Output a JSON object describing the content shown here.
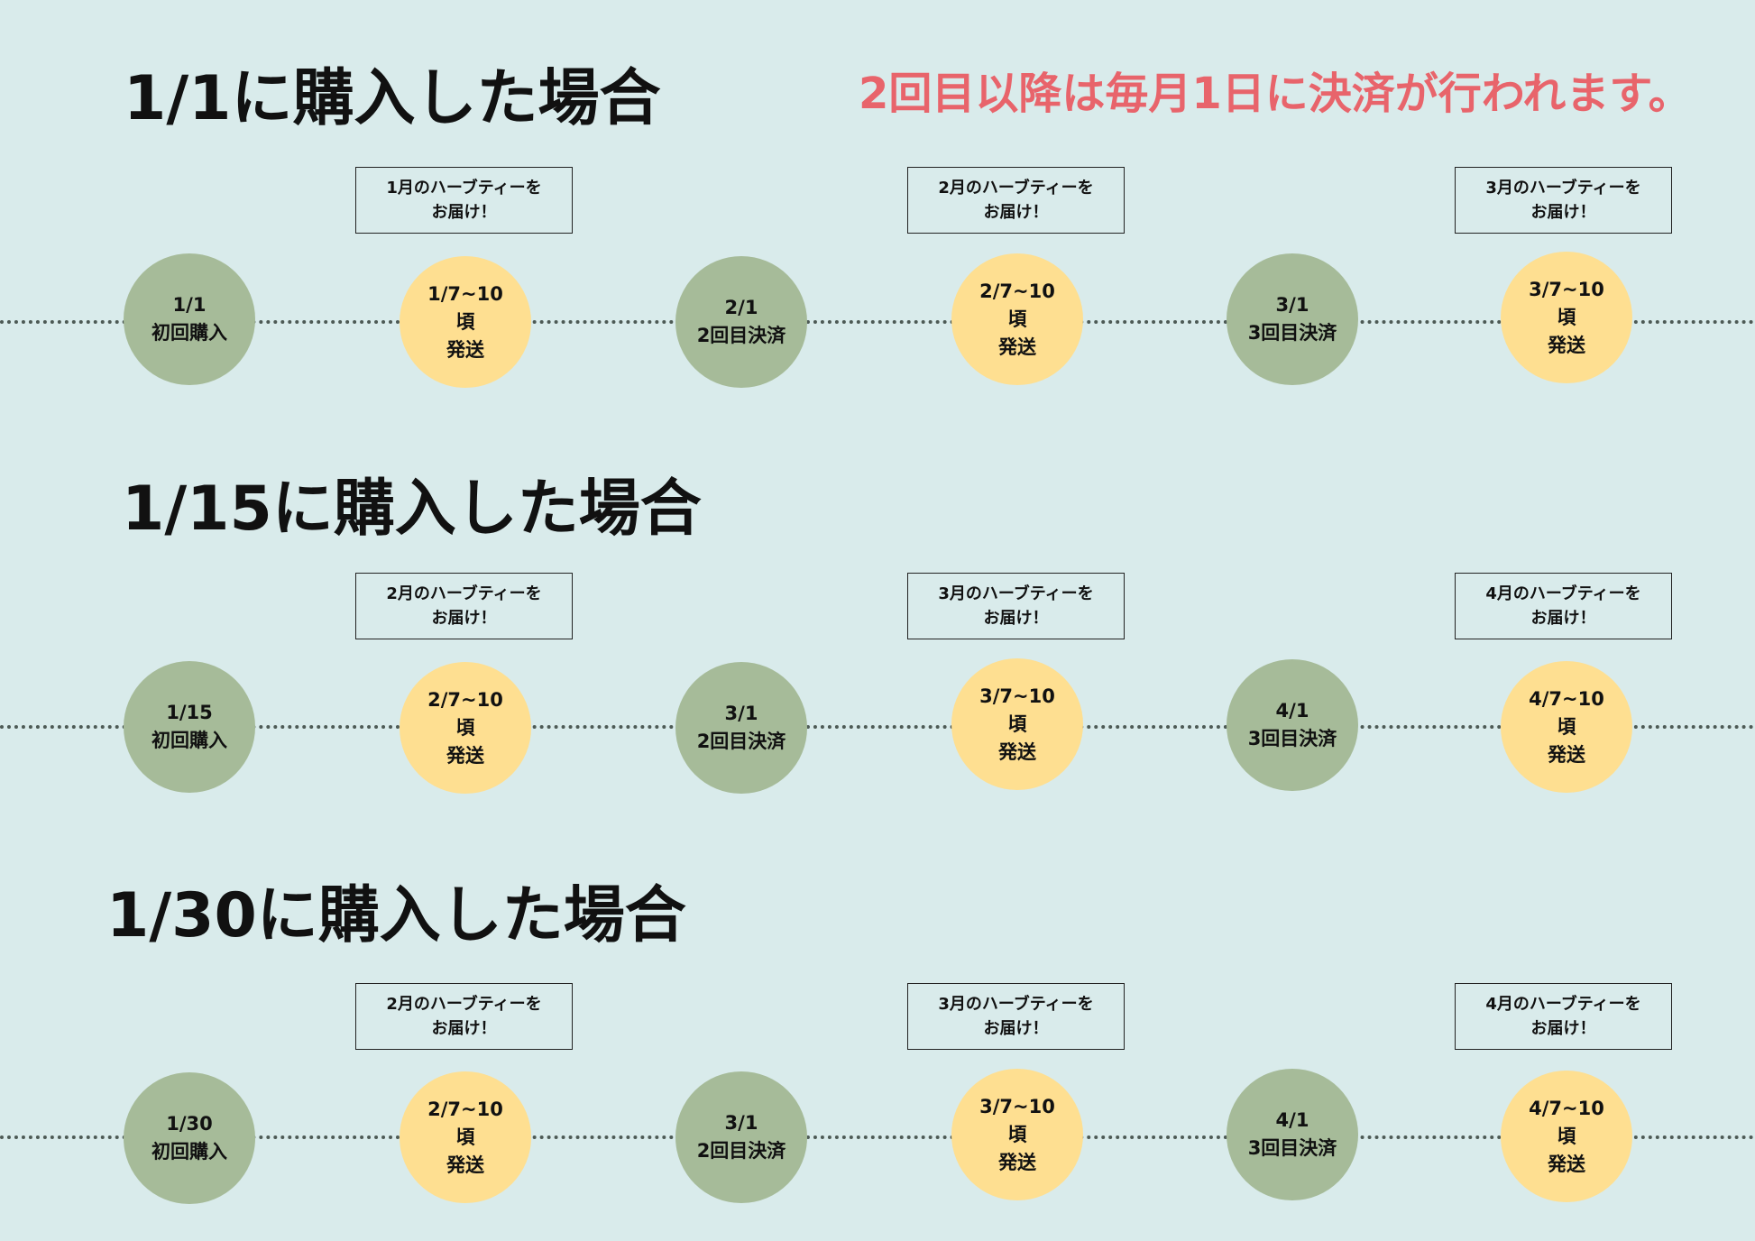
{
  "notice": "2回目以降は毎月1日に決済が行われます。",
  "colors": {
    "background": "#d9ebeb",
    "payment_circle": "#a6bb99",
    "shipping_circle": "#fedf91",
    "notice_text": "#e8646b"
  },
  "sections": [
    {
      "title": "1/1に購入した場合",
      "payments": [
        {
          "date": "1/1",
          "label": "初回購入"
        },
        {
          "date": "2/1",
          "label": "2回目決済"
        },
        {
          "date": "3/1",
          "label": "3回目決済"
        }
      ],
      "shipments": [
        {
          "date": "1/7~10",
          "approx": "頃",
          "label": "発送",
          "box_line1": "1月のハーブティーを",
          "box_line2": "お届け！"
        },
        {
          "date": "2/7~10",
          "approx": "頃",
          "label": "発送",
          "box_line1": "2月のハーブティーを",
          "box_line2": "お届け！"
        },
        {
          "date": "3/7~10",
          "approx": "頃",
          "label": "発送",
          "box_line1": "3月のハーブティーを",
          "box_line2": "お届け！"
        }
      ]
    },
    {
      "title": "1/15に購入した場合",
      "payments": [
        {
          "date": "1/15",
          "label": "初回購入"
        },
        {
          "date": "3/1",
          "label": "2回目決済"
        },
        {
          "date": "4/1",
          "label": "3回目決済"
        }
      ],
      "shipments": [
        {
          "date": "2/7~10",
          "approx": "頃",
          "label": "発送",
          "box_line1": "2月のハーブティーを",
          "box_line2": "お届け！"
        },
        {
          "date": "3/7~10",
          "approx": "頃",
          "label": "発送",
          "box_line1": "3月のハーブティーを",
          "box_line2": "お届け！"
        },
        {
          "date": "4/7~10",
          "approx": "頃",
          "label": "発送",
          "box_line1": "4月のハーブティーを",
          "box_line2": "お届け！"
        }
      ]
    },
    {
      "title": "1/30に購入した場合",
      "payments": [
        {
          "date": "1/30",
          "label": "初回購入"
        },
        {
          "date": "3/1",
          "label": "2回目決済"
        },
        {
          "date": "4/1",
          "label": "3回目決済"
        }
      ],
      "shipments": [
        {
          "date": "2/7~10",
          "approx": "頃",
          "label": "発送",
          "box_line1": "2月のハーブティーを",
          "box_line2": "お届け！"
        },
        {
          "date": "3/7~10",
          "approx": "頃",
          "label": "発送",
          "box_line1": "3月のハーブティーを",
          "box_line2": "お届け！"
        },
        {
          "date": "4/7~10",
          "approx": "頃",
          "label": "発送",
          "box_line1": "4月のハーブティーを",
          "box_line2": "お届け！"
        }
      ]
    }
  ]
}
